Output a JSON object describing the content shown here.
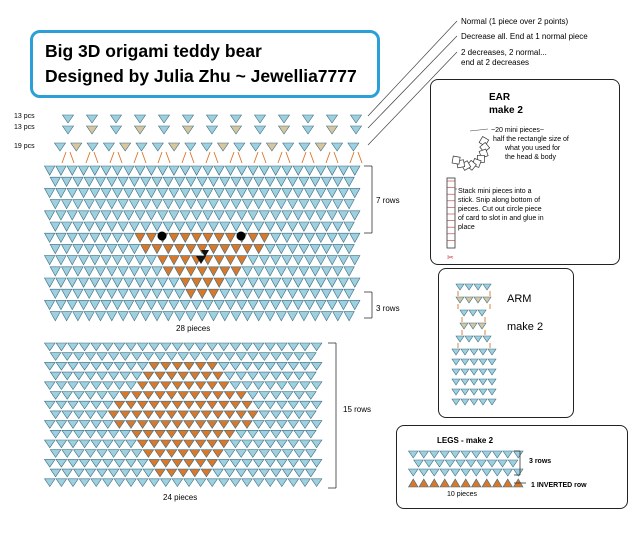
{
  "title": {
    "line1": "Big 3D origami teddy bear",
    "line2": "Designed by Julia Zhu ~ Jewellia7777"
  },
  "legend": {
    "normal": "Normal (1 piece over 2 points)",
    "decrease_all": "Decrease all. End at 1 normal piece",
    "two_decreases_1": "2 decreases, 2 normal...",
    "two_decreases_2": "end at 2 decreases"
  },
  "head": {
    "row_labels": [
      "13 pcs",
      "13 pcs",
      "19 pcs"
    ],
    "seven_rows": "7 rows",
    "three_rows": "3 rows",
    "pieces": "28 pieces"
  },
  "body": {
    "fifteen_rows": "15 rows",
    "pieces": "24 pieces"
  },
  "ear": {
    "title1": "EAR",
    "title2": "make 2",
    "note1": "~20 mini pieces~",
    "note2": "half the rectangle size of",
    "note3": "what you used for",
    "note4": "the head & body",
    "stack1": "Stack mini pieces into a",
    "stack2": "stick. Snip along bottom of",
    "stack3": "pieces. Cut out circle piece",
    "stack4": "of card to slot in and glue in",
    "stack5": "place"
  },
  "arm": {
    "title": "ARM",
    "make": "make 2"
  },
  "legs": {
    "title": "LEGS - make 2",
    "three_rows": "3 rows",
    "inverted": "1 INVERTED row",
    "pieces": "10 pieces"
  },
  "colors": {
    "blue": "#9ed0e0",
    "orange": "#d9772b",
    "tan": "#d8c6a0",
    "border_blue": "#2a9fd8",
    "stroke": "#3a6d80"
  }
}
